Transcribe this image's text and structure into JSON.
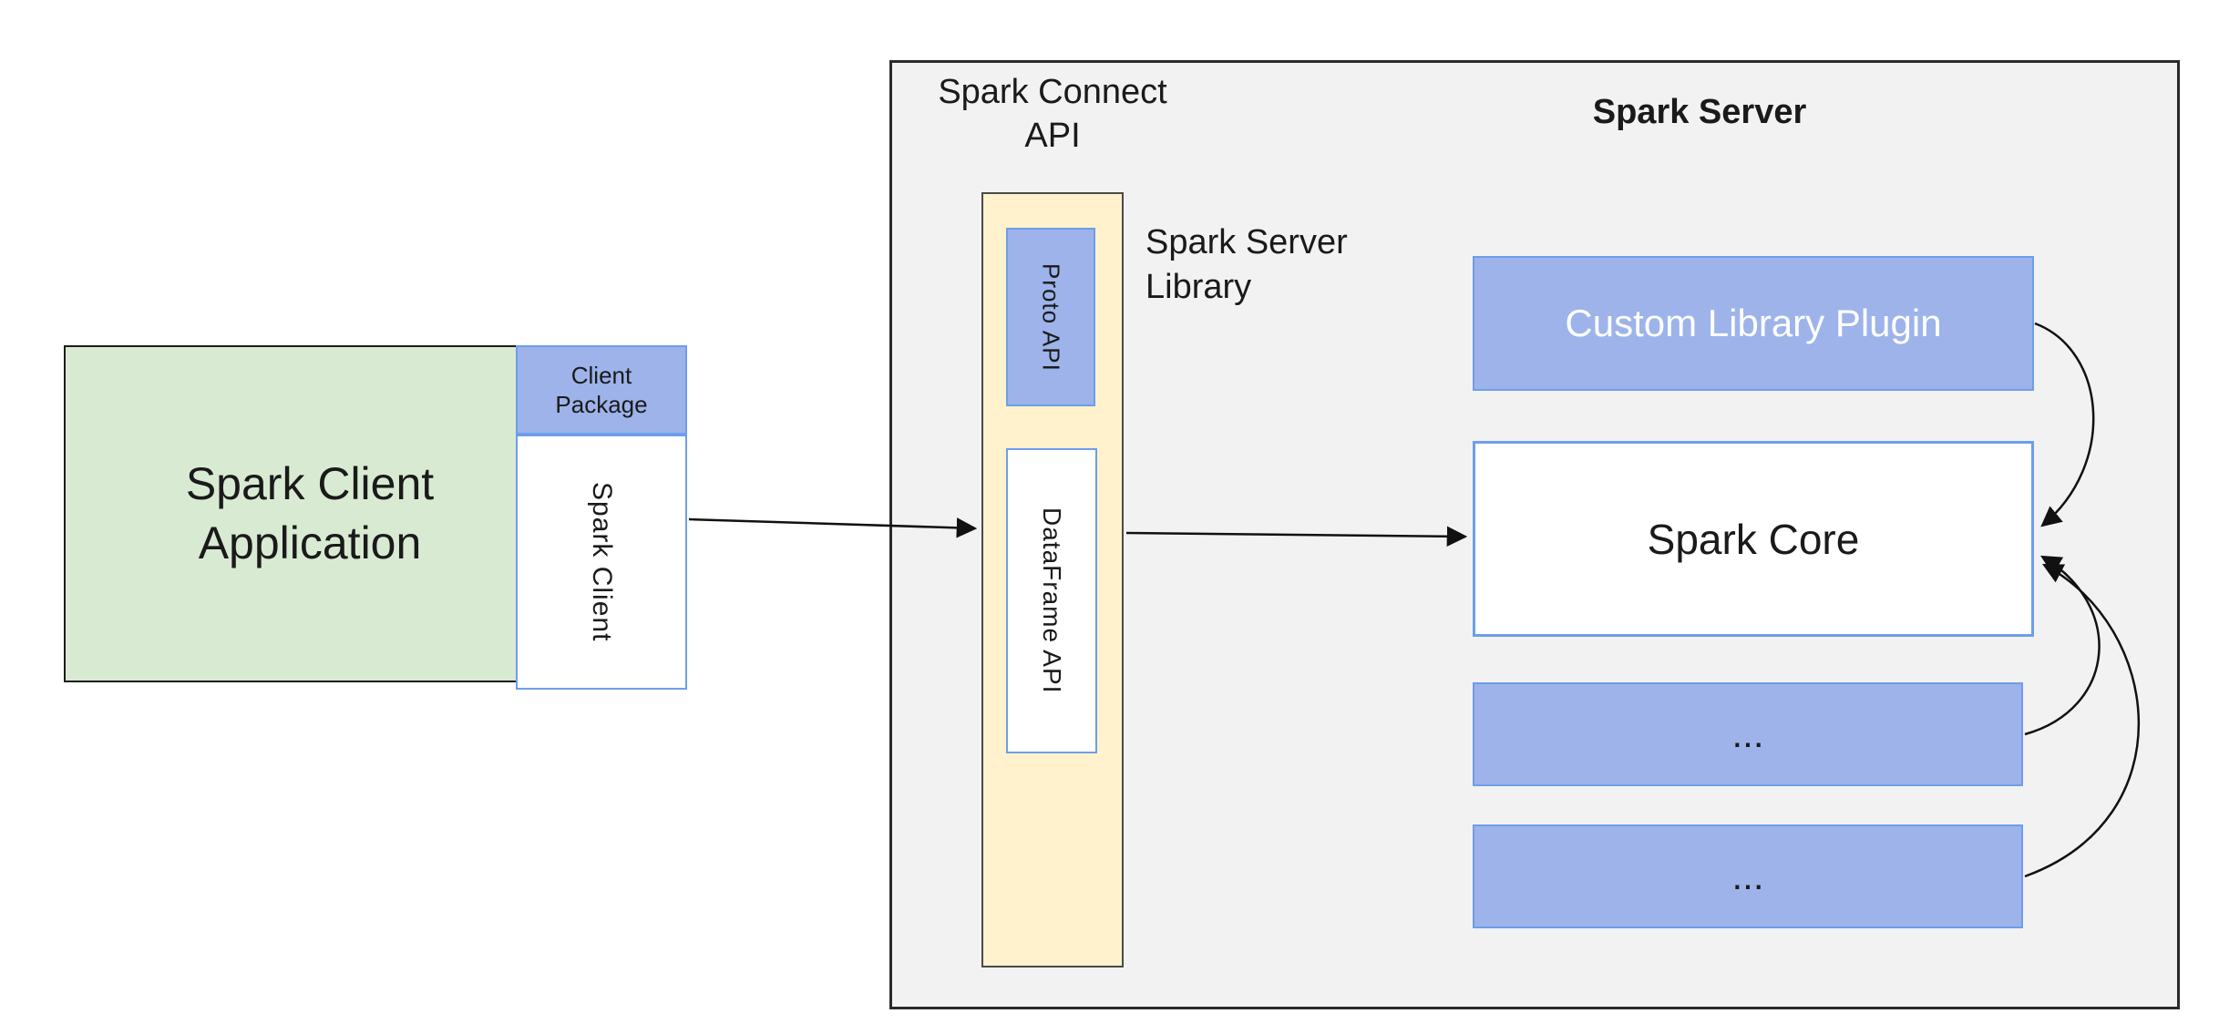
{
  "diagram": {
    "client_app": {
      "label": "Spark Client\nApplication"
    },
    "client_package": {
      "label": "Client\nPackage"
    },
    "spark_client": {
      "label": "Spark Client"
    },
    "connect_api": {
      "title": "Spark Connect\nAPI",
      "proto_label": "Proto API",
      "dataframe_label": "DataFrame API",
      "library_label": "Spark Server\nLibrary"
    },
    "server": {
      "title": "Spark Server",
      "plugin_label": "Custom Library Plugin",
      "core_label": "Spark Core",
      "more_1": "...",
      "more_2": "..."
    },
    "colors": {
      "green_fill": "#d9ead3",
      "blue_fill": "#9db3ea",
      "blue_border": "#6d9eeb",
      "cream_fill": "#fff2cc",
      "gray_fill": "#f2f2f2",
      "line_color": "#111111"
    }
  }
}
